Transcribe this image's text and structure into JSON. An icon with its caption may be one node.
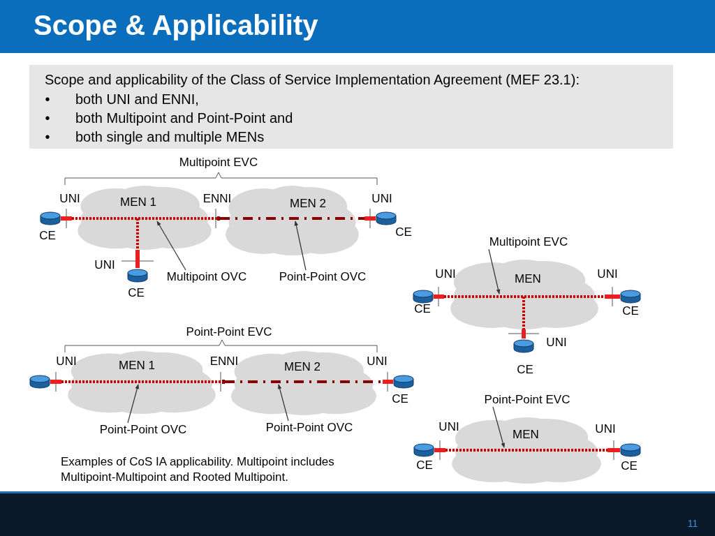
{
  "diagram": {
    "title": "Scope & Applicability",
    "caption": "Examples of CoS IA applicability. Multipoint includes Multipoint-Multipoint and Rooted Multipoint.",
    "nodes": [
      {
        "text": [
          "Scope and applicability of the Class of Service Implementation Agreement (MEF 23.1):",
          "both UNI and ENNI,",
          "both Multipoint and Point-Point and",
          "both single and multiple MENs"
        ]
      },
      {
        "text": [
          "MEN 1"
        ]
      },
      {
        "text": [
          "MEN 2"
        ]
      },
      {
        "text": [],
        "shape": "cylinder",
        "beside": [
          "CE"
        ]
      },
      {
        "text": [],
        "shape": "cylinder",
        "beside": [
          "CE"
        ]
      },
      {
        "text": [],
        "shape": "cylinder",
        "beside": [
          "CE"
        ]
      },
      {
        "text": [
          "Multipoint OVC"
        ]
      },
      {
        "text": [
          "Point-Point OVC"
        ]
      },
      {
        "text": [
          "MEN"
        ]
      },
      {
        "text": [],
        "shape": "cylinder",
        "beside": [
          "CE"
        ]
      },
      {
        "text": [],
        "shape": "cylinder",
        "beside": [
          "CE"
        ]
      },
      {
        "text": [],
        "shape": "cylinder",
        "beside": [
          "CE"
        ]
      },
      {
        "text": [
          "Multipoint EVC"
        ]
      },
      {
        "text": [
          "MEN 1"
        ]
      },
      {
        "text": [
          "MEN 2"
        ]
      },
      {
        "text": [],
        "shape": "cylinder"
      },
      {
        "text": [],
        "shape": "cylinder",
        "beside": [
          "CE"
        ]
      },
      {
        "text": [
          "Point-Point OVC"
        ]
      },
      {
        "text": [
          "Point-Point OVC"
        ]
      },
      {
        "text": [
          "MEN"
        ]
      },
      {
        "text": [],
        "shape": "cylinder",
        "beside": [
          "CE"
        ]
      },
      {
        "text": [],
        "shape": "cylinder",
        "beside": [
          "CE"
        ]
      },
      {
        "text": [
          "Point-Point EVC"
        ]
      }
    ],
    "edges": [
      {
        "from": 3,
        "to": 1,
        "arrow": "none"
      },
      {
        "from": 1,
        "to": 2,
        "arrow": "none",
        "color": "#8b0000"
      },
      {
        "from": 2,
        "to": 4,
        "arrow": "none"
      },
      {
        "from": 5,
        "to": 1,
        "arrow": "none"
      },
      {
        "from": 6,
        "to": 1,
        "arrow": "to",
        "color": "#333333"
      },
      {
        "from": 7,
        "to": 2,
        "arrow": "to",
        "color": "#333333"
      },
      {
        "from": 9,
        "to": 8,
        "arrow": "none"
      },
      {
        "from": 8,
        "to": 10,
        "arrow": "none"
      },
      {
        "from": 11,
        "to": 8,
        "arrow": "none"
      },
      {
        "from": 12,
        "to": 8,
        "arrow": "to",
        "color": "#333333"
      },
      {
        "from": 15,
        "to": 13,
        "arrow": "none"
      },
      {
        "from": 13,
        "to": 14,
        "arrow": "none",
        "color": "#8b0000"
      },
      {
        "from": 14,
        "to": 16,
        "arrow": "none"
      },
      {
        "from": 17,
        "to": 13,
        "arrow": "to",
        "color": "#333333"
      },
      {
        "from": 18,
        "to": 14,
        "arrow": "to",
        "color": "#333333"
      },
      {
        "from": 20,
        "to": 19,
        "arrow": "none"
      },
      {
        "from": 19,
        "to": 21,
        "arrow": "none"
      },
      {
        "from": 22,
        "to": 19,
        "arrow": "to",
        "color": "#333333"
      }
    ],
    "labels": [
      "•",
      "•",
      "•",
      "Multipoint EVC",
      "UNI",
      "ENNI",
      "UNI",
      "UNI",
      "UNI",
      "UNI",
      "UNI",
      "Point-Point EVC",
      "UNI",
      "ENNI",
      "UNI",
      "UNI",
      "UNI",
      "11"
    ]
  }
}
